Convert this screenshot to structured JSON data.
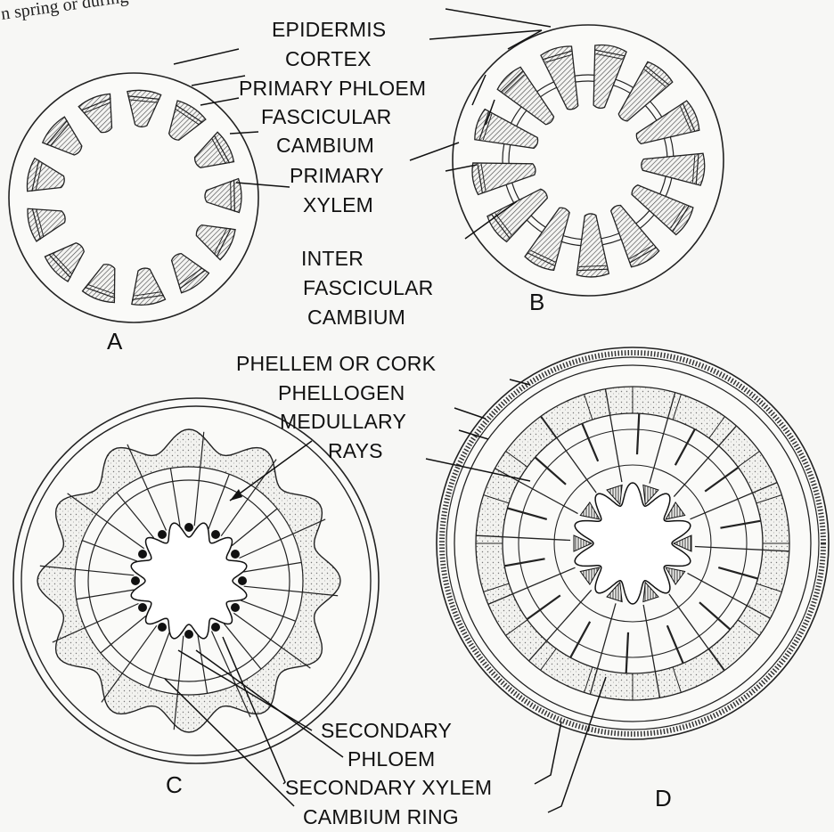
{
  "header_fragment": "n spring or during",
  "diagram_labels": {
    "A": "A",
    "B": "B",
    "C": "C",
    "D": "D"
  },
  "labels": {
    "epidermis": "EPIDERMIS",
    "cortex": "CORTEX",
    "primary_phloem": "PRIMARY PHLOEM",
    "fascicular": "FASCICULAR",
    "cambium": "CAMBIUM",
    "primary": "PRIMARY",
    "xylem": "XYLEM",
    "inter": "INTER",
    "fascicular2": "FASCICULAR",
    "cambium2": "CAMBIUM",
    "phellem": "PHELLEM OR CORK",
    "phellogen": "PHELLOGEN",
    "medullary": "MEDULLARY",
    "rays": "RAYS",
    "secondary": "SECONDARY",
    "phloem": "PHLOEM",
    "secondary_xylem": "SECONDARY XYLEM",
    "cambium_ring": "CAMBIUM RING"
  }
}
